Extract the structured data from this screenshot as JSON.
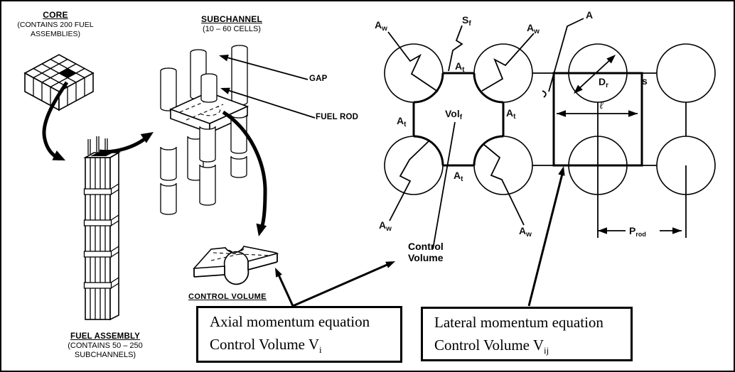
{
  "core": {
    "title": "CORE",
    "subtitle": "(CONTAINS 200 FUEL ASSEMBLIES)"
  },
  "subchannel": {
    "title": "SUBCHANNEL",
    "subtitle": "(10 – 60 CELLS)"
  },
  "labels": {
    "gap": "GAP",
    "fuel_rod": "FUEL ROD",
    "control_volume_caption": "CONTROL VOLUME",
    "control_volume_line1": "Control",
    "control_volume_line2": "Volume"
  },
  "fuel_assembly": {
    "title": "FUEL ASSEMBLY",
    "subtitle_line1": "(CONTAINS 50 – 250",
    "subtitle_line2": "SUBCHANNELS)"
  },
  "equation_boxes": {
    "axial": {
      "line1": "Axial momentum equation",
      "line2": "Control Volume V",
      "line2_sub": "i"
    },
    "lateral": {
      "line1": "Lateral momentum equation",
      "line2": "Control Volume V",
      "line2_sub": "ij"
    }
  },
  "rod_diagram_labels": {
    "wall_area": {
      "main": "A",
      "sub": "w"
    },
    "friction_surface": {
      "main": "S",
      "sub": "f"
    },
    "transverse_area": {
      "main": "A",
      "sub": "t"
    },
    "fluid_volume": {
      "main": "Vol",
      "sub": "f"
    },
    "lateral_area": "A",
    "rod_diameter": {
      "main": "D",
      "sub": "r"
    },
    "gap_width": "s",
    "centroid_distance": "ℓ",
    "rod_pitch": {
      "main": "P",
      "sub": "rod"
    }
  }
}
